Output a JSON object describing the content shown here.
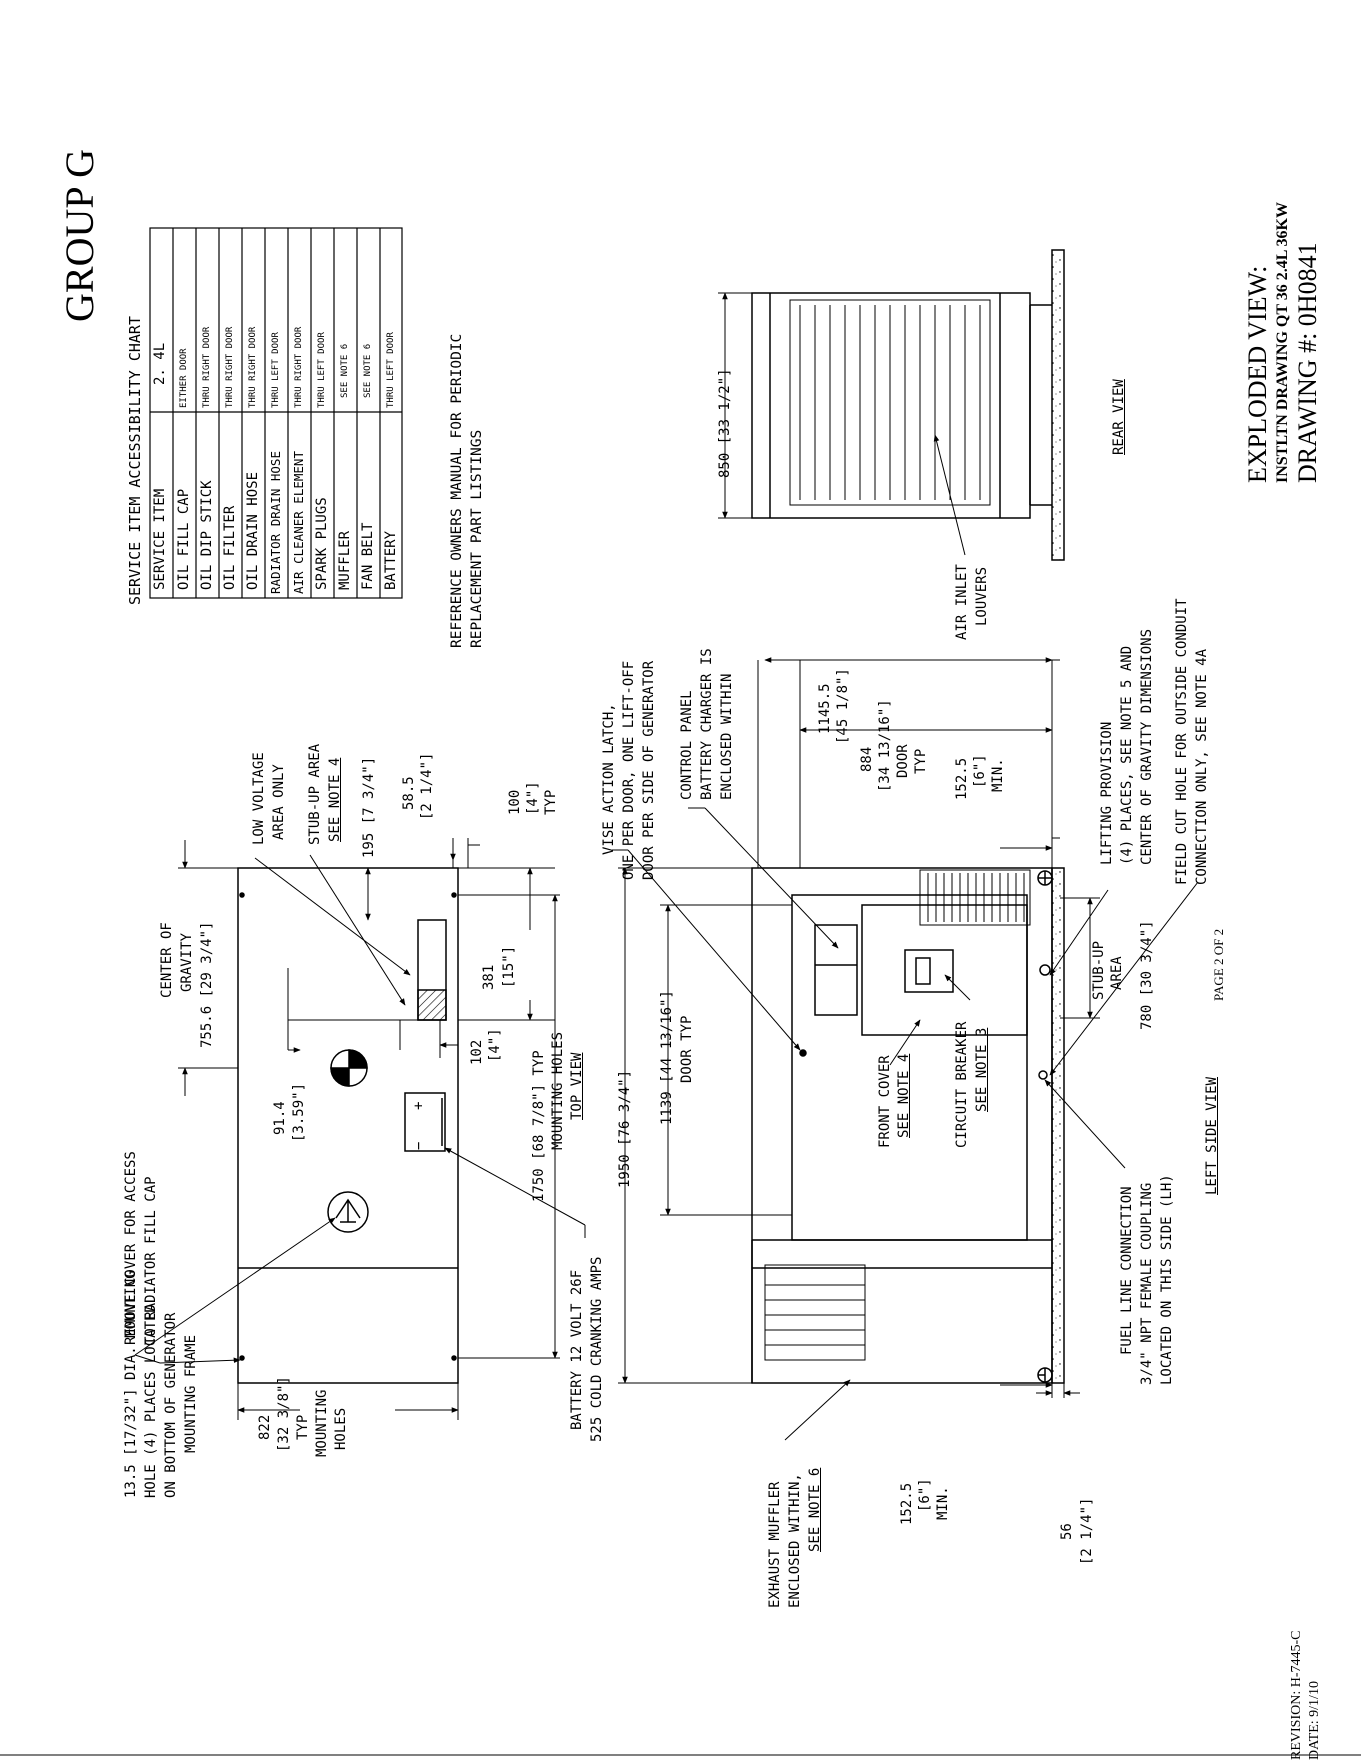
{
  "group_title": "GROUP G",
  "service_chart": {
    "title": "SERVICE ITEM ACCESSIBILITY CHART",
    "col_item": "SERVICE ITEM",
    "col_engine": "2. 4L",
    "rows": [
      {
        "item": "OIL FILL CAP",
        "access": "EITHER DOOR"
      },
      {
        "item": "OIL DIP STICK",
        "access": "THRU RIGHT DOOR"
      },
      {
        "item": "OIL FILTER",
        "access": "THRU RIGHT DOOR"
      },
      {
        "item": "OIL DRAIN HOSE",
        "access": "THRU RIGHT DOOR"
      },
      {
        "item": "RADIATOR DRAIN HOSE",
        "access": "THRU LEFT DOOR"
      },
      {
        "item": "AIR CLEANER ELEMENT",
        "access": "THRU RIGHT DOOR"
      },
      {
        "item": "SPARK PLUGS",
        "access": "THRU LEFT DOOR"
      },
      {
        "item": "MUFFLER",
        "access": "SEE NOTE 6"
      },
      {
        "item": "FAN BELT",
        "access": "SEE NOTE 6"
      },
      {
        "item": "BATTERY",
        "access": "THRU LEFT DOOR"
      }
    ]
  },
  "reference_note": {
    "line1": "REFERENCE OWNERS MANUAL FOR PERIODIC",
    "line2": "REPLACEMENT PART LISTINGS"
  },
  "top_view": {
    "title": "TOP VIEW",
    "mounting_hole": [
      "13.5 [17/32\"] DIA. MOUNTING",
      "HOLE (4) PLACES LOCATED",
      "ON BOTTOM OF GENERATOR",
      "MOUNTING FRAME"
    ],
    "remove_cover": [
      "REMOVE COVER FOR ACCESS",
      "TO RADIATOR FILL CAP"
    ],
    "center_gravity": [
      "CENTER OF",
      "GRAVITY",
      "755.6 [29 3/4\"]"
    ],
    "low_voltage": [
      "LOW VOLTAGE",
      "AREA ONLY"
    ],
    "stub_up": [
      "STUB-UP AREA",
      "SEE NOTE 4"
    ],
    "dim_195": "195 [7 3/4\"]",
    "dim_58": [
      "58.5",
      "[2 1/4\"]"
    ],
    "dim_100": [
      "100",
      "[4\"]",
      "TYP"
    ],
    "dim_381": [
      "381",
      "[15\"]"
    ],
    "dim_102": [
      "102",
      "[4\"]"
    ],
    "dim_91": [
      "91.4",
      "[3.59\"]"
    ],
    "dim_1750": [
      "1750 [68 7/8\"] TYP",
      "MOUNTING HOLES"
    ],
    "dim_822": [
      "822",
      "[32 3/8\"]",
      "TYP",
      "MOUNTING",
      "HOLES"
    ],
    "battery": [
      "BATTERY 12 VOLT 26F",
      "525 COLD CRANKING AMPS"
    ],
    "plus": "+",
    "minus": "−"
  },
  "side_view": {
    "title": "LEFT SIDE VIEW",
    "vise_latch": [
      "VISE ACTION LATCH,",
      "ONE PER DOOR, ONE LIFT-OFF",
      "DOOR PER SIDE OF GENERATOR"
    ],
    "control_panel": [
      "CONTROL PANEL",
      "BATTERY CHARGER IS",
      "ENCLOSED WITHIN"
    ],
    "dim_1950": "1950 [76 3/4\"]",
    "dim_1139": [
      "1139 [44 13/16\"]",
      "DOOR TYP"
    ],
    "dim_1145": [
      "1145.5",
      "[45 1/8\"]"
    ],
    "dim_884": [
      "884",
      "[34 13/16\"]",
      "DOOR",
      "TYP"
    ],
    "dim_152_right": [
      "152.5",
      "[6\"]",
      "MIN."
    ],
    "front_cover": [
      "FRONT COVER",
      "SEE NOTE 4"
    ],
    "circuit_breaker": [
      "CIRCUIT BREAKER",
      "SEE NOTE 3"
    ],
    "exhaust": [
      "EXHAUST MUFFLER",
      "ENCLOSED WITHIN,",
      "SEE NOTE 6"
    ],
    "dim_152_left": [
      "152.5",
      "[6\"]",
      "MIN."
    ],
    "dim_56": [
      "56",
      "[2 1/4\"]"
    ],
    "fuel_line": [
      "FUEL LINE CONNECTION",
      "3/4\" NPT FEMALE COUPLING",
      "LOCATED ON THIS SIDE (LH)"
    ],
    "stub_up_area": [
      "STUB-UP",
      "AREA"
    ],
    "dim_780": "780 [30 3/4\"]",
    "lifting": [
      "LIFTING PROVISION",
      "(4) PLACES, SEE NOTE 5 AND",
      "CENTER OF GRAVITY DIMENSIONS"
    ],
    "field_cut": [
      "FIELD CUT HOLE FOR OUTSIDE CONDUIT",
      "CONNECTION ONLY, SEE NOTE 4A"
    ]
  },
  "rear_view": {
    "title": "REAR VIEW",
    "dim_850": "850 [33 1/2\"]",
    "air_inlet": [
      "AIR INLET",
      "LOUVERS"
    ]
  },
  "title_block": {
    "exploded": "EXPLODED VIEW:",
    "drawing_name": "INSTLTN DRAWING QT 36 2.4L 36KW",
    "drawing_no": "DRAWING #: 0H0841",
    "page": "PAGE 2 OF 2",
    "revision": "REVISION: H-7445-C",
    "date": "DATE: 9/1/10"
  }
}
